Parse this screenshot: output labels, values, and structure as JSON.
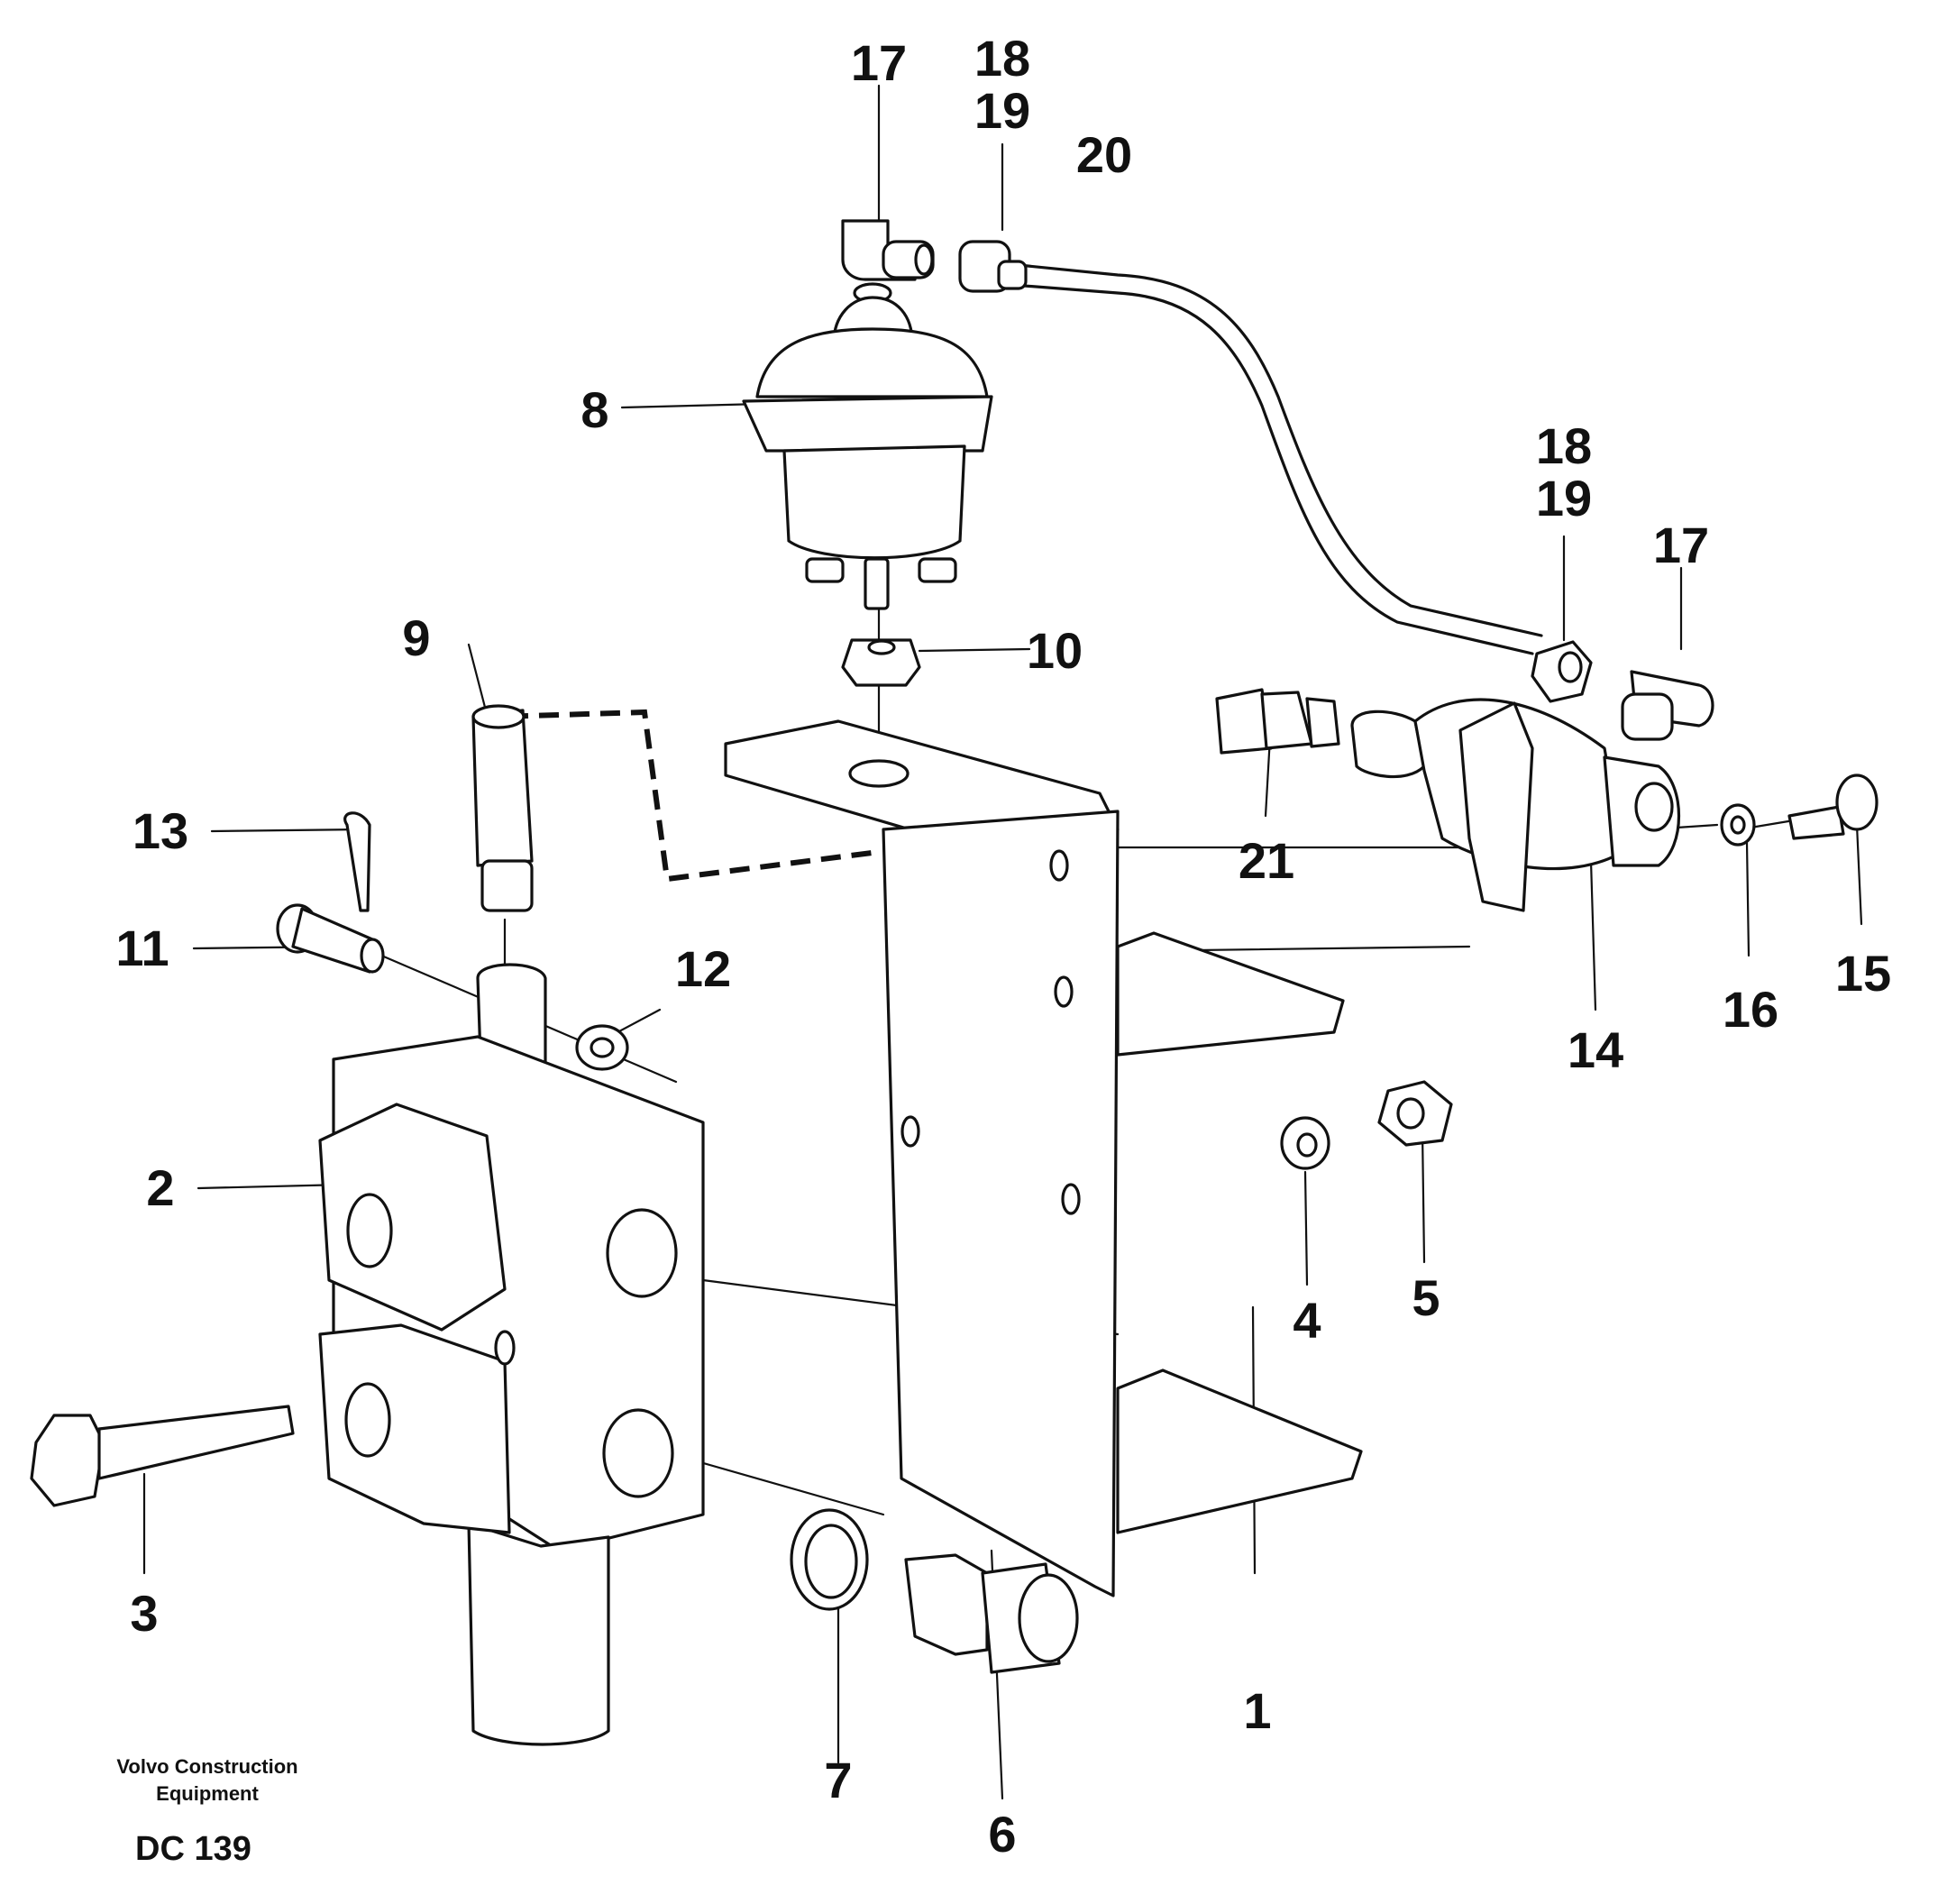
{
  "diagram": {
    "callouts": [
      "17",
      "18",
      "19",
      "20",
      "8",
      "18",
      "19",
      "17",
      "10",
      "9",
      "21",
      "13",
      "11",
      "12",
      "14",
      "16",
      "15",
      "2",
      "4",
      "5",
      "3",
      "1",
      "7",
      "6"
    ]
  },
  "footer": {
    "brand_line1": "Volvo Construction",
    "brand_line2": "Equipment",
    "code": "DC 139"
  }
}
